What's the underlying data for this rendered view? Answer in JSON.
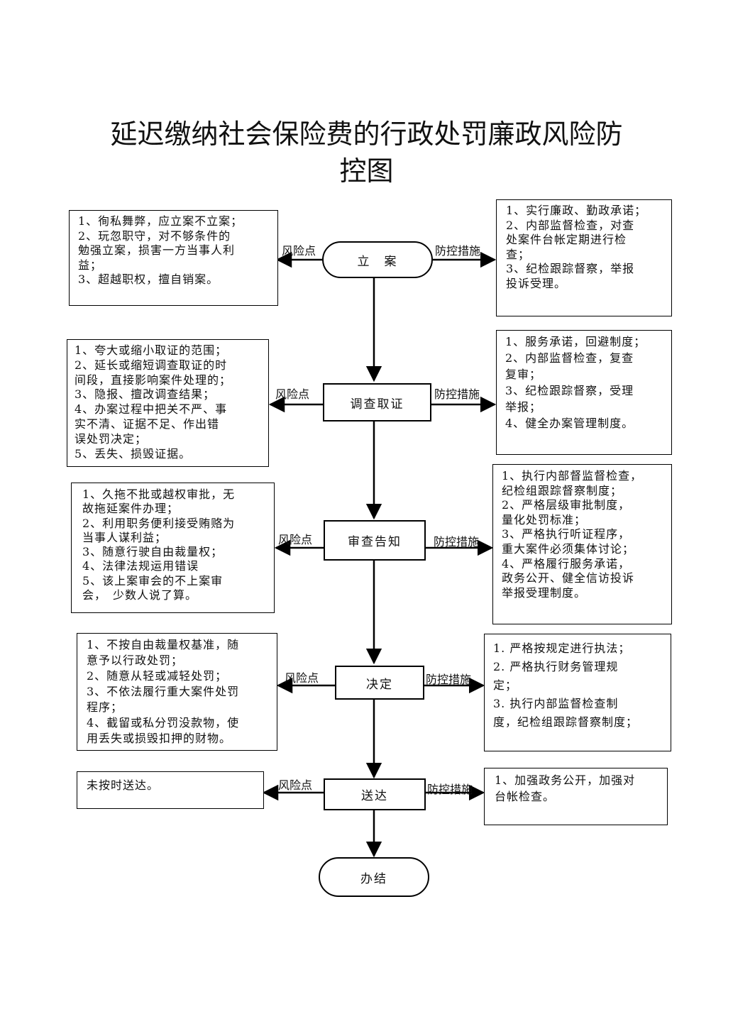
{
  "title": {
    "line1": "延迟缴纳社会保险费的行政处罚廉政风险防",
    "line2": "控图"
  },
  "labels": {
    "risk": "风险点",
    "control": "防控措施"
  },
  "steps": [
    {
      "name": "立　案",
      "risks": [
        "1、徇私舞弊，应立案不立案；",
        "2、玩忽职守，对不够条件的",
        "勉强立案，损害一方当事人利",
        "益；",
        "3、超越职权，擅自销案。"
      ],
      "controls": [
        "1、实行廉政、勤政承诺；",
        "2、内部监督检查，对查",
        "处案件台帐定期进行检",
        "查；",
        "3、纪检跟踪督察，举报",
        "投诉受理。"
      ]
    },
    {
      "name": "调查取证",
      "risks": [
        "1、夸大或缩小取证的范围；",
        "2、延长或缩短调查取证的时",
        "间段，直接影响案件处理的；",
        "3、隐报、擅改调查结果；",
        "4、办案过程中把关不严、事",
        "实不清、证据不足、作出错",
        "误处罚决定；",
        "5、丢失、损毁证据。"
      ],
      "controls": [
        "1、服务承诺，回避制度；",
        "2、内部监督检查，复查",
        "复审；",
        "3、纪检跟踪督察，受理",
        "举报；",
        "4、健全办案管理制度。"
      ]
    },
    {
      "name": "审查告知",
      "risks": [
        "1、久拖不批或越权审批，无",
        "故拖延案件办理；",
        "2、利用职务便利接受贿赂为",
        "当事人谋利益；",
        "3、随意行驶自由裁量权；",
        "4、法律法规运用错误",
        "5、该上案审会的不上案审",
        "会，　少数人说了算。"
      ],
      "controls": [
        "1、执行内部督监督检查，",
        "纪检组跟踪督察制度；",
        "2、严格层级审批制度，",
        "量化处罚标准；",
        "3、严格执行听证程序，",
        "重大案件必须集体讨论；",
        "4、严格履行服务承诺，",
        "政务公开、健全信访投诉",
        "举报受理制度。"
      ]
    },
    {
      "name": "决定",
      "risks": [
        "1、不按自由裁量权基准，随",
        "意予以行政处罚；",
        "2、随意从轻或减轻处罚；",
        "3、不依法履行重大案件处罚",
        "程序；",
        "4、截留或私分罚没款物，使",
        "用丢失或损毁扣押的财物。"
      ],
      "controls": [
        "1. 严格按规定进行执法；",
        "2. 严格执行财务管理规",
        "定；",
        "3. 执行内部监督检查制",
        "度，纪检组跟踪督察制度；"
      ]
    },
    {
      "name": "送达",
      "risks": [
        "未按时送达。"
      ],
      "controls": [
        "1、加强政务公开，加强对",
        "台帐检查。"
      ]
    }
  ],
  "end": "办结"
}
